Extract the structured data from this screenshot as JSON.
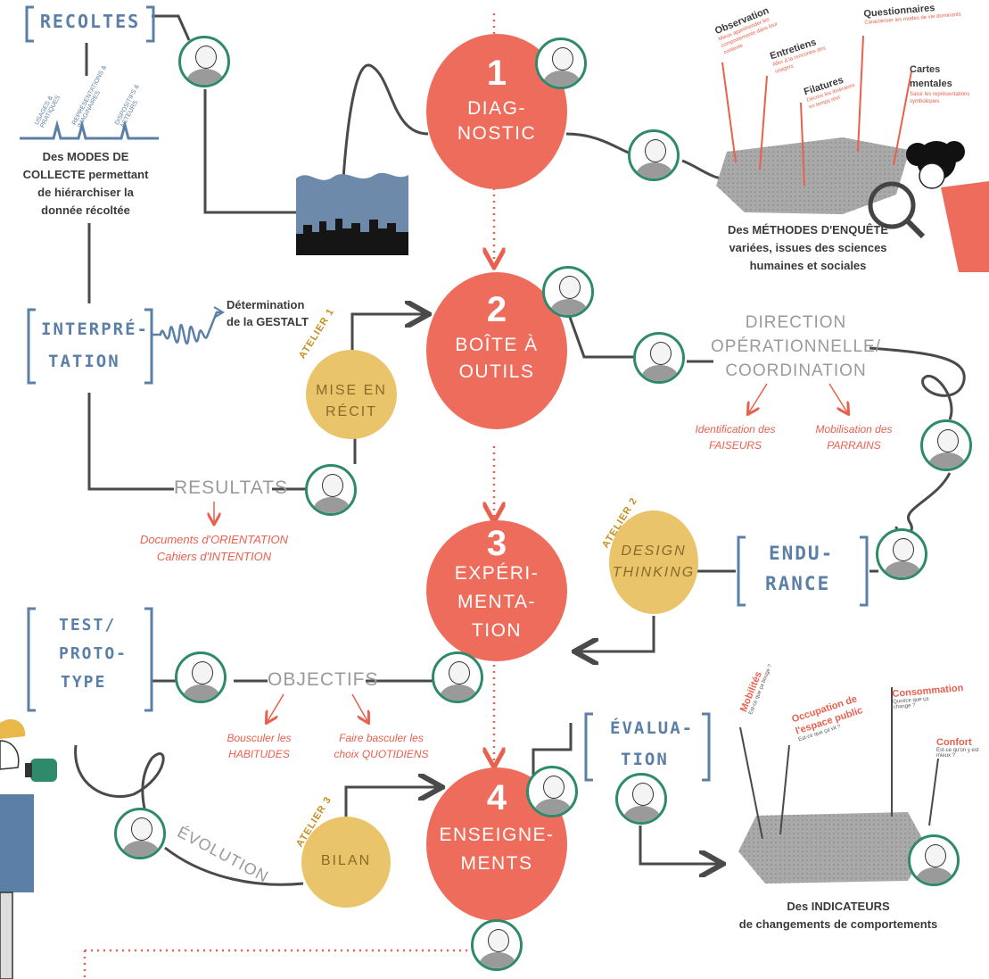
{
  "steps": [
    {
      "number": "1",
      "label_lines": [
        "DIAG-",
        "NOSTIC"
      ]
    },
    {
      "number": "2",
      "label_lines": [
        "BOÎTE À",
        "OUTILS"
      ]
    },
    {
      "number": "3",
      "label_lines": [
        "EXPÉRI-",
        "MENTA-",
        "TION"
      ]
    },
    {
      "number": "4",
      "label_lines": [
        "ENSEIGNE-",
        "MENTS"
      ]
    }
  ],
  "ateliers": [
    {
      "tag": "ATELIER 1",
      "label_lines": [
        "MISE EN",
        "RÉCIT"
      ]
    },
    {
      "tag": "ATELIER 2",
      "label_lines": [
        "DESIGN",
        "THINKING"
      ]
    },
    {
      "tag": "ATELIER 3",
      "label_lines": [
        "BILAN"
      ]
    }
  ],
  "recoltes": {
    "title": "RECOLTES",
    "tags": [
      "USAGES & PRATIQUES",
      "REPRÉSENTATIONS & IMAGINAIRES",
      "DISPOSITIFS & ACTEURS"
    ],
    "caption_lines": [
      "Des MODES DE",
      "COLLECTE permettant",
      "de hiérarchiser la",
      "donnée récoltée"
    ]
  },
  "interpretation": {
    "title_lines": [
      "INTERPRÉ-",
      "TATION"
    ],
    "gestalt_lines": [
      "Détermination",
      "de la GESTALT"
    ],
    "resultats": "RESULTATS",
    "doc_lines": [
      "Documents d'ORIENTATION",
      "Cahiers d'INTENTION"
    ]
  },
  "methods": {
    "items": [
      {
        "title": "Observation",
        "desc": "Mieux appréhender les comportements dans leur contexte"
      },
      {
        "title": "Entretiens",
        "desc": "Aller à la rencontre des usagers"
      },
      {
        "title": "Filatures",
        "desc": "Décrire les itinéraires en temps réel"
      },
      {
        "title": "Questionnaires",
        "desc": "Caractériser les modes de vie dominants"
      },
      {
        "title": "Cartes mentales",
        "desc": "Saisir les représentations symboliques"
      }
    ],
    "caption_lines": [
      "Des MÉTHODES D'ENQUÊTE",
      "variées, issues des sciences",
      "humaines et sociales"
    ]
  },
  "direction": {
    "title_lines": [
      "DIRECTION",
      "OPÉRATIONNELLE/",
      "COORDINATION"
    ],
    "left_lines": [
      "Identification des",
      "FAISEURS"
    ],
    "right_lines": [
      "Mobilisation des",
      "PARRAINS"
    ]
  },
  "endurance": {
    "title_lines": [
      "ENDU-",
      "RANCE"
    ]
  },
  "test": {
    "title_lines": [
      "TEST/",
      "PROTO-",
      "TYPE"
    ],
    "objectifs": "OBJECTIFS",
    "left_lines": [
      "Bousculer les",
      "HABITUDES"
    ],
    "right_lines": [
      "Faire basculer les",
      "choix QUOTIDIENS"
    ],
    "evolution": "ÉVOLUTION"
  },
  "evaluation": {
    "title_lines": [
      "ÉVALUA-",
      "TION"
    ],
    "items": [
      {
        "title": "Mobilités",
        "desc": "Est-ce que ça bouge ?"
      },
      {
        "title": "Occupation de l'espace public",
        "desc": "Est-ce que ça vit ?"
      },
      {
        "title": "Consommation",
        "desc": "Quoi/ce que ça change ?"
      },
      {
        "title": "Confort",
        "desc": "Est-ce qu'on y est mieux ?"
      }
    ],
    "caption_lines": [
      "Des INDICATEURS",
      "de changements de comportements"
    ]
  },
  "colors": {
    "coral": "#ee6c5b",
    "mustard": "#e9c46a",
    "blue": "#5b7fa6",
    "green": "#2e8a6a",
    "dark": "#4a4a4a",
    "stone": "#a6a6a6"
  },
  "icons": [
    "portrait-icon",
    "magnifier-woman-icon",
    "city-skyline-icon",
    "megaphone-man-icon",
    "arrow-icon"
  ]
}
